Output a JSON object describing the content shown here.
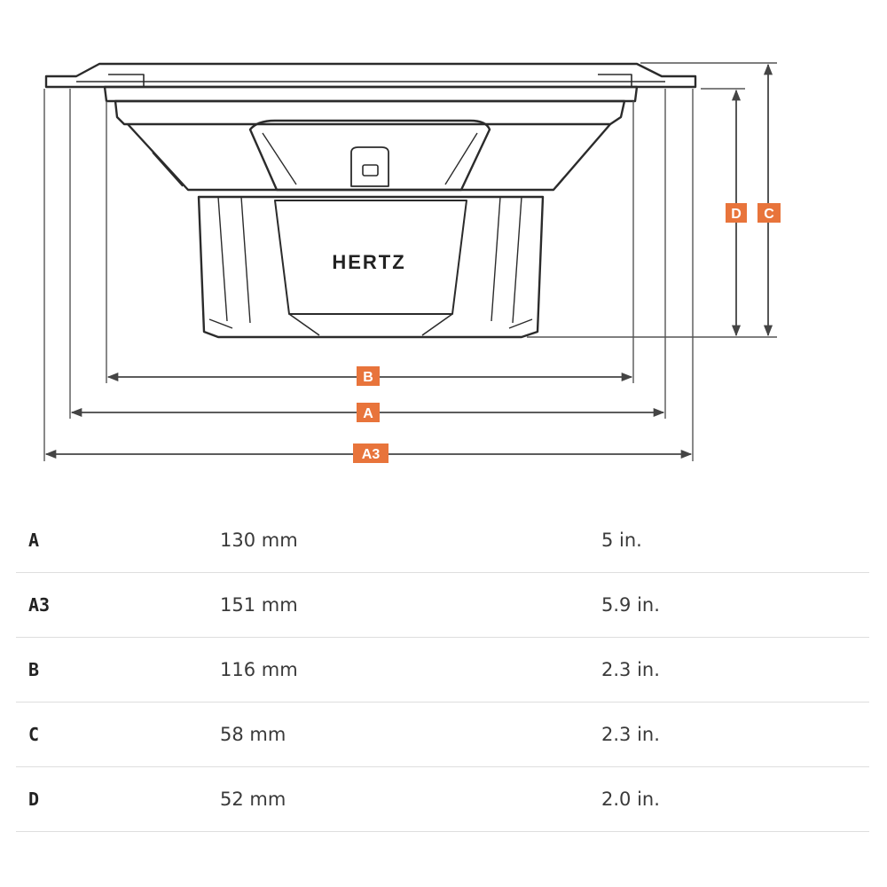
{
  "diagram": {
    "brand": "HERTZ",
    "labels": {
      "a": "A",
      "a3": "A3",
      "b": "B",
      "c": "C",
      "d": "D"
    },
    "accent_color": "#e8743b",
    "line_color": "#2b2b2b",
    "dim_color": "#444444"
  },
  "table": {
    "rows": [
      {
        "label": "A",
        "mm": "130 mm",
        "inch": "5 in."
      },
      {
        "label": "A3",
        "mm": "151 mm",
        "inch": "5.9 in."
      },
      {
        "label": "B",
        "mm": "116 mm",
        "inch": "2.3 in."
      },
      {
        "label": "C",
        "mm": "58 mm",
        "inch": "2.3 in."
      },
      {
        "label": "D",
        "mm": "52 mm",
        "inch": "2.0 in."
      }
    ]
  }
}
